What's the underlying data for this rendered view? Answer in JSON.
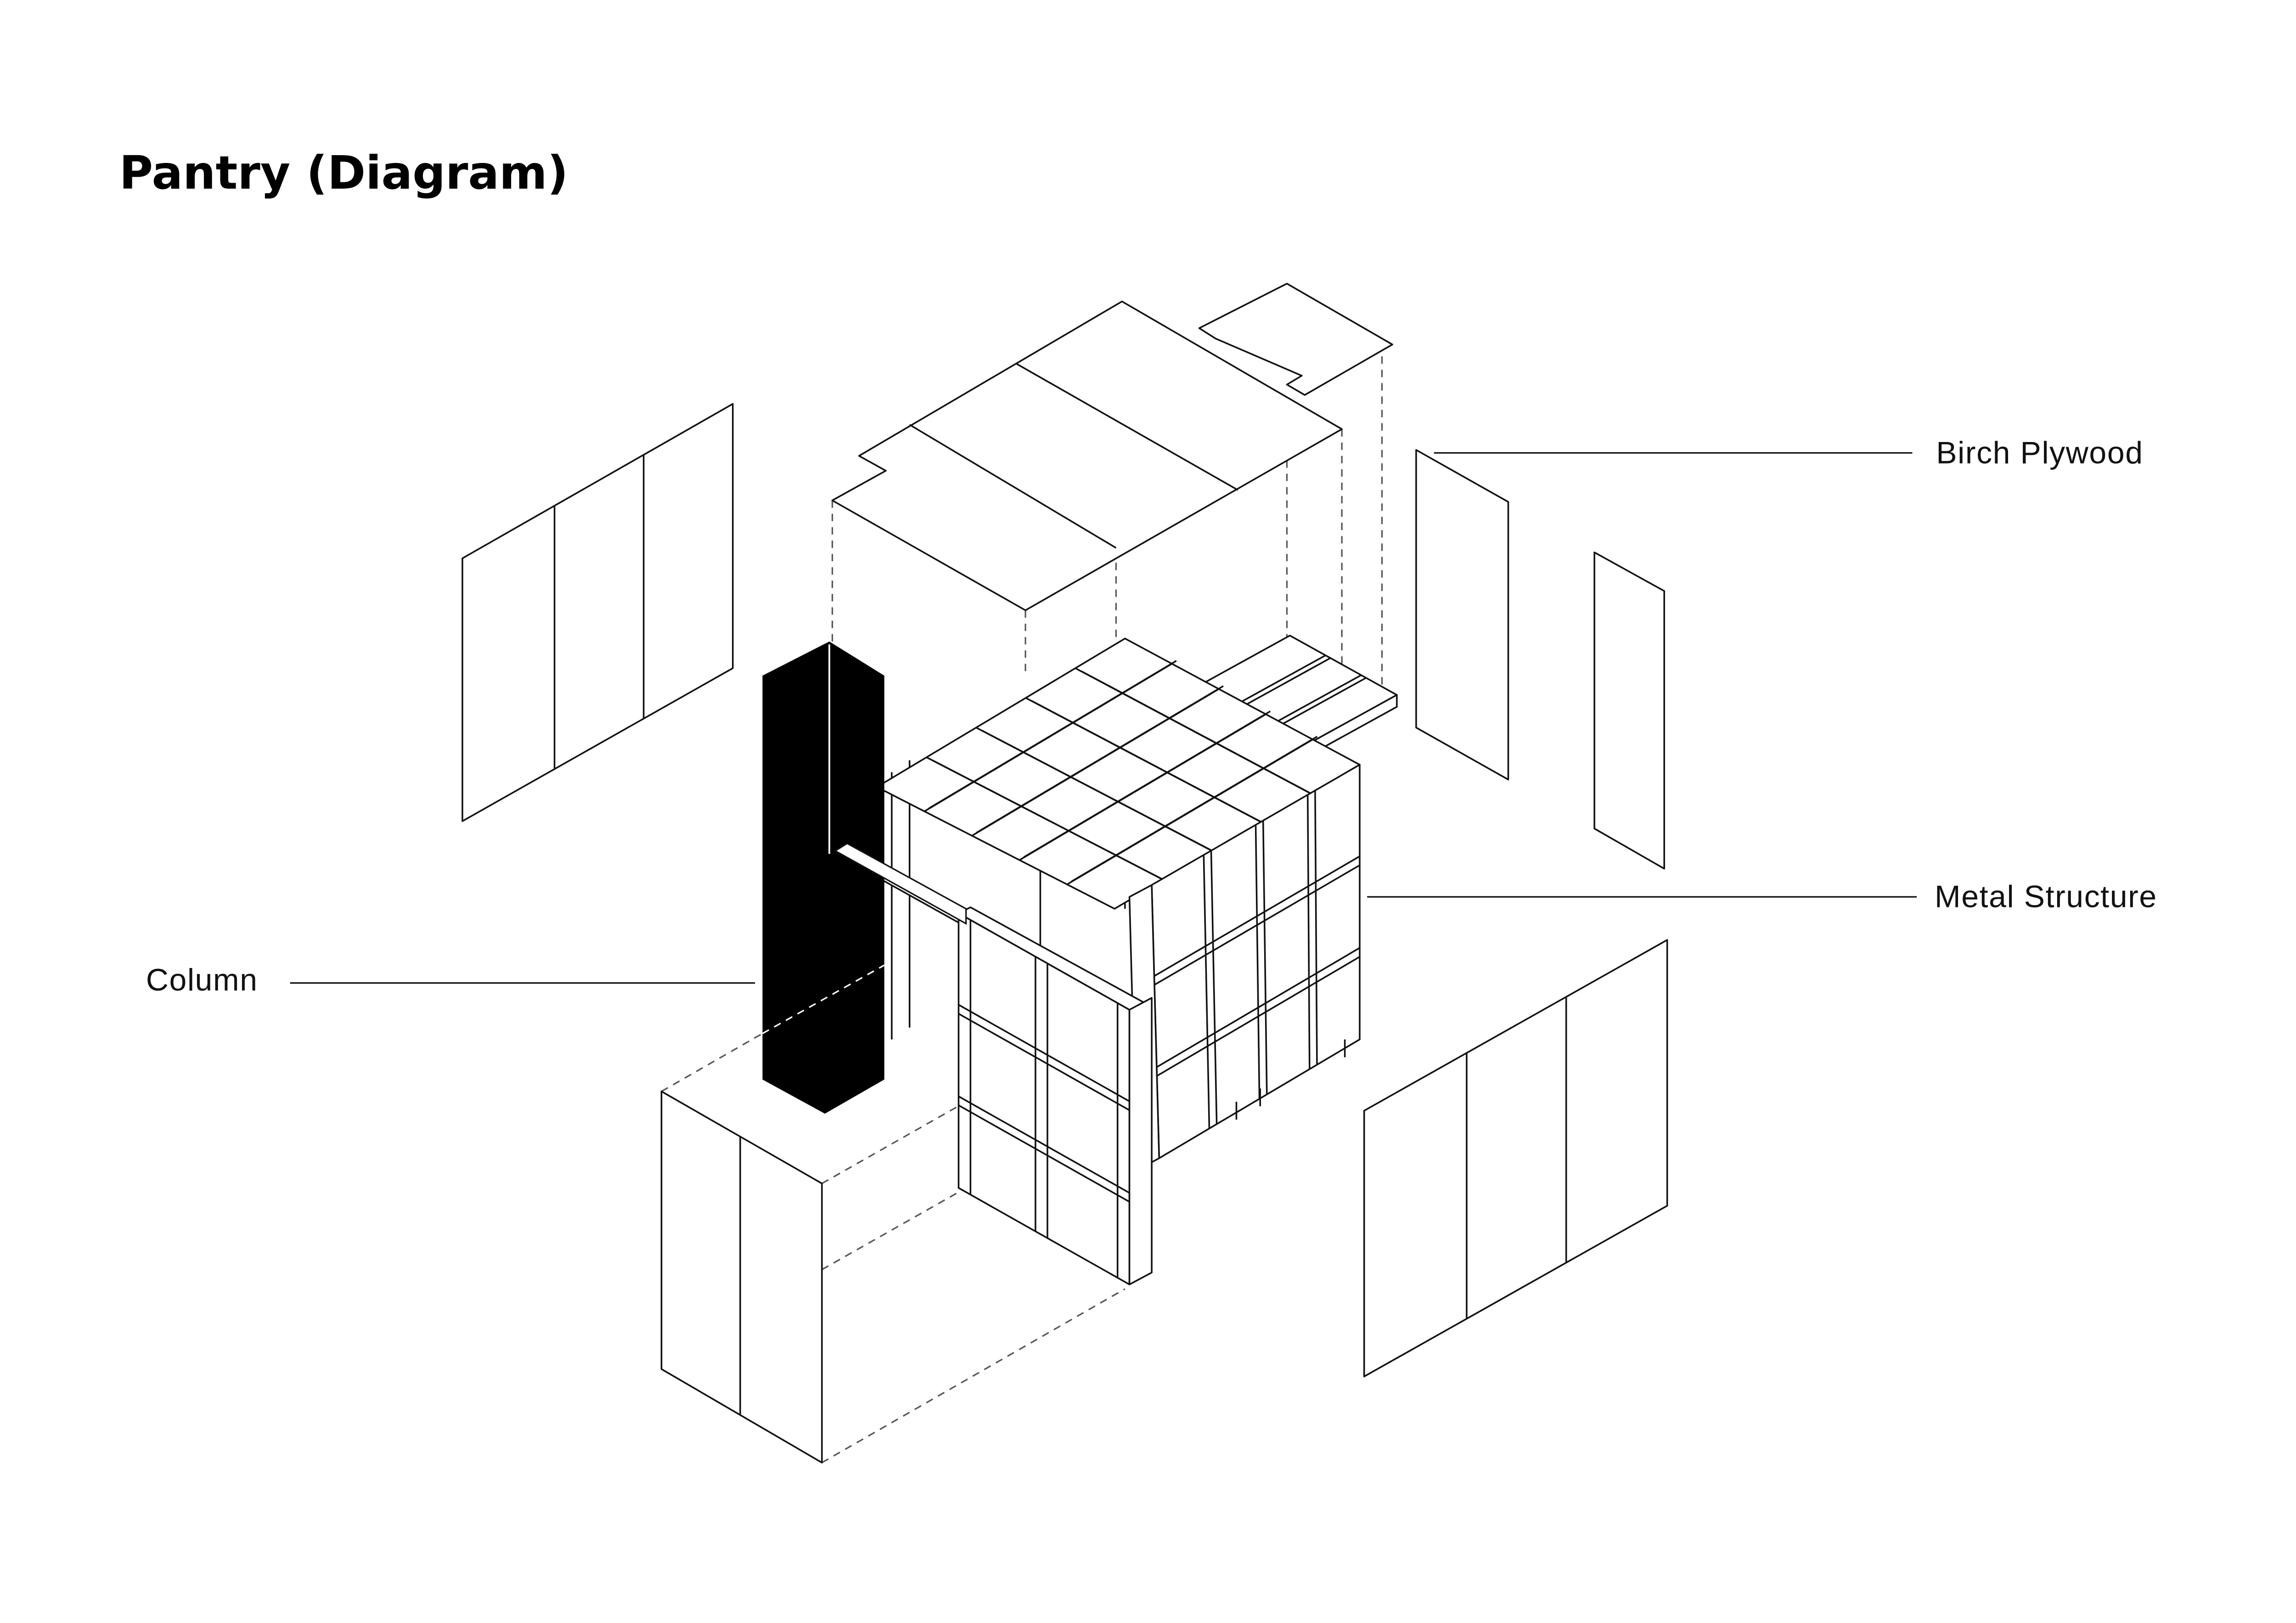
{
  "title": "Pantry (Diagram)",
  "labels": {
    "birch_plywood": "Birch Plywood",
    "metal_structure": "Metal Structure",
    "column": "Column"
  },
  "colors": {
    "line": "#111111",
    "column_fill": "#000000",
    "background": "#ffffff"
  }
}
